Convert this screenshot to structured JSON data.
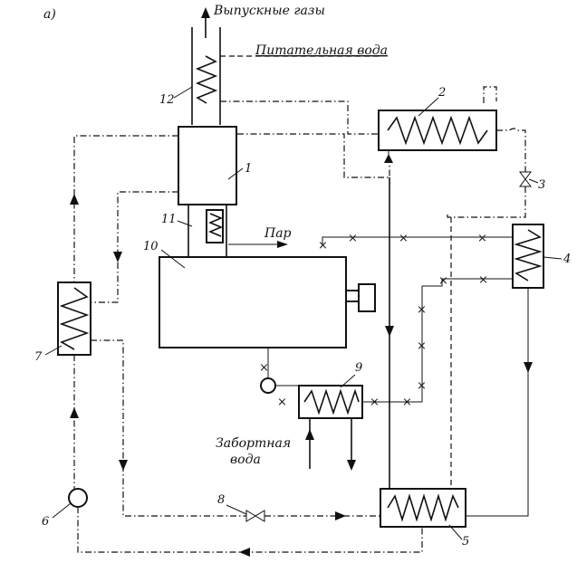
{
  "figure_label": "а)",
  "labels": {
    "exhaust_gases": "Выпускные газы",
    "feed_water": "Питательная вода",
    "steam": "Пар",
    "sea_water_line1": "Забортная",
    "sea_water_line2": "вода"
  },
  "component_numbers": {
    "n1": "1",
    "n2": "2",
    "n3": "3",
    "n4": "4",
    "n5": "5",
    "n6": "6",
    "n7": "7",
    "n8": "8",
    "n9": "9",
    "n10": "10",
    "n11": "11",
    "n12": "12"
  }
}
